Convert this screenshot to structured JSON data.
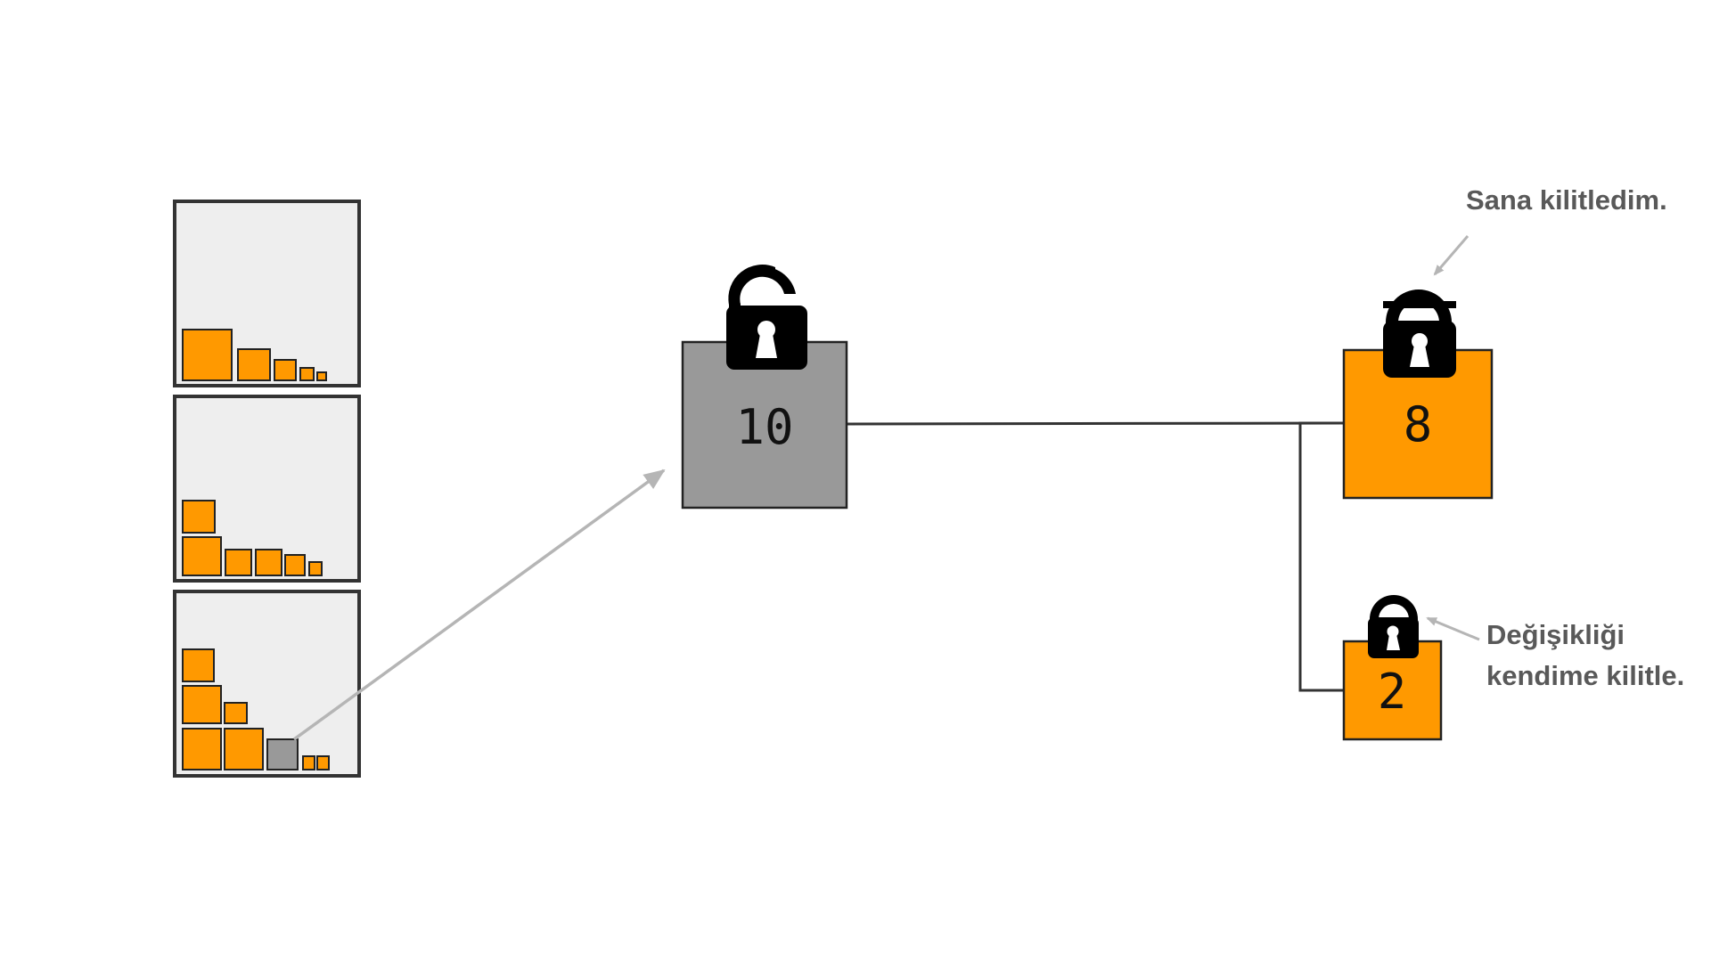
{
  "colors": {
    "background": "#ffffff",
    "panel_fill": "#eeeeee",
    "panel_border": "#333333",
    "block_orange": "#ff9900",
    "block_gray": "#999999",
    "block_border": "#222222",
    "lock_black": "#000000",
    "connector": "#333333",
    "arrow_gray": "#b5b5b5",
    "note_text": "#595959"
  },
  "source_box": {
    "value": "10",
    "lock_state": "unlocked",
    "lock_icon": "unlocked-padlock-icon"
  },
  "result_boxes": [
    {
      "value": "8",
      "lock_state": "locked",
      "lock_icon": "padlock-icon"
    },
    {
      "value": "2",
      "lock_state": "locked",
      "lock_icon": "padlock-icon"
    }
  ],
  "notes": {
    "top": "Sana kilitledim.",
    "bottom_line1": "Değişikliği",
    "bottom_line2": "kendime kilitle."
  },
  "panels": [
    {
      "name": "panel-1",
      "blocks": [
        {
          "color": "orange"
        },
        {
          "color": "orange"
        },
        {
          "color": "orange"
        },
        {
          "color": "orange"
        },
        {
          "color": "orange"
        }
      ]
    },
    {
      "name": "panel-2",
      "blocks": [
        {
          "color": "orange"
        },
        {
          "color": "orange"
        },
        {
          "color": "orange"
        },
        {
          "color": "orange"
        },
        {
          "color": "orange"
        },
        {
          "color": "orange"
        }
      ]
    },
    {
      "name": "panel-3",
      "blocks": [
        {
          "color": "orange"
        },
        {
          "color": "orange"
        },
        {
          "color": "orange"
        },
        {
          "color": "orange"
        },
        {
          "color": "orange"
        },
        {
          "color": "gray"
        },
        {
          "color": "orange"
        },
        {
          "color": "orange"
        }
      ]
    }
  ]
}
